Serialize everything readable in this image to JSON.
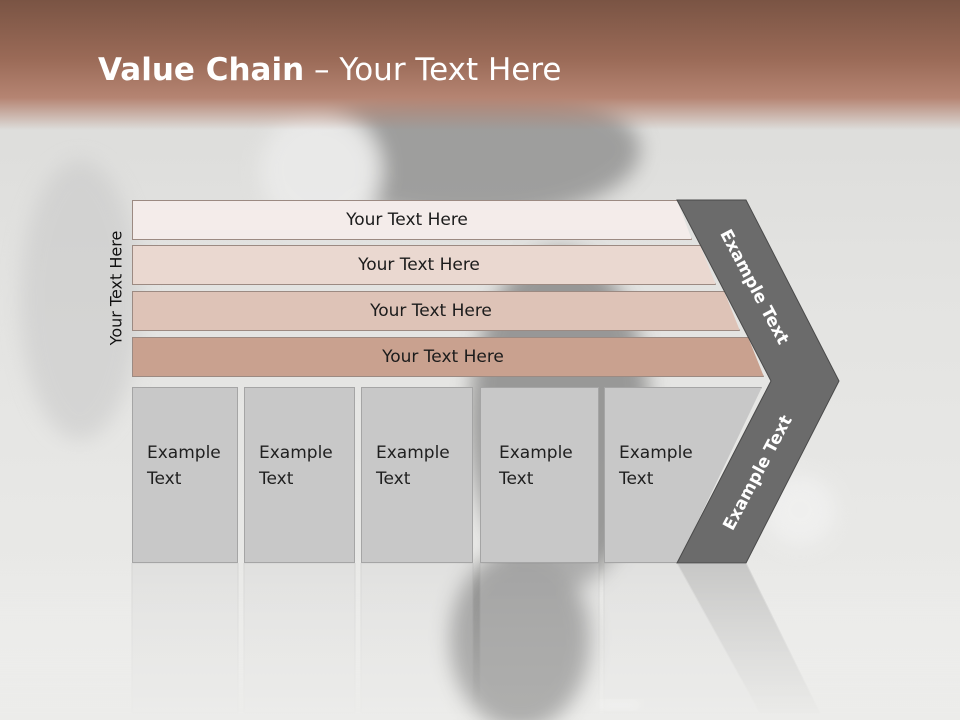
{
  "slide": {
    "title_bold": "Value Chain",
    "title_rest": " – Your Text Here",
    "side_label": "Your Text Here"
  },
  "bands": [
    {
      "label": "Your Text Here",
      "color": "#f4ecea"
    },
    {
      "label": "Your Text Here",
      "color": "#ead8d0"
    },
    {
      "label": "Your Text Here",
      "color": "#dec3b7"
    },
    {
      "label": "Your Text Here",
      "color": "#c9a18f"
    }
  ],
  "boxes": [
    {
      "line1": "Example",
      "line2": "Text"
    },
    {
      "line1": "Example",
      "line2": "Text"
    },
    {
      "line1": "Example",
      "line2": "Text"
    },
    {
      "line1": "Example",
      "line2": "Text"
    },
    {
      "line1": "Example",
      "line2": "Text"
    }
  ],
  "chevron": {
    "upper_label": "Example Text",
    "lower_label": "Example Text",
    "color": "#6b6b6b"
  }
}
